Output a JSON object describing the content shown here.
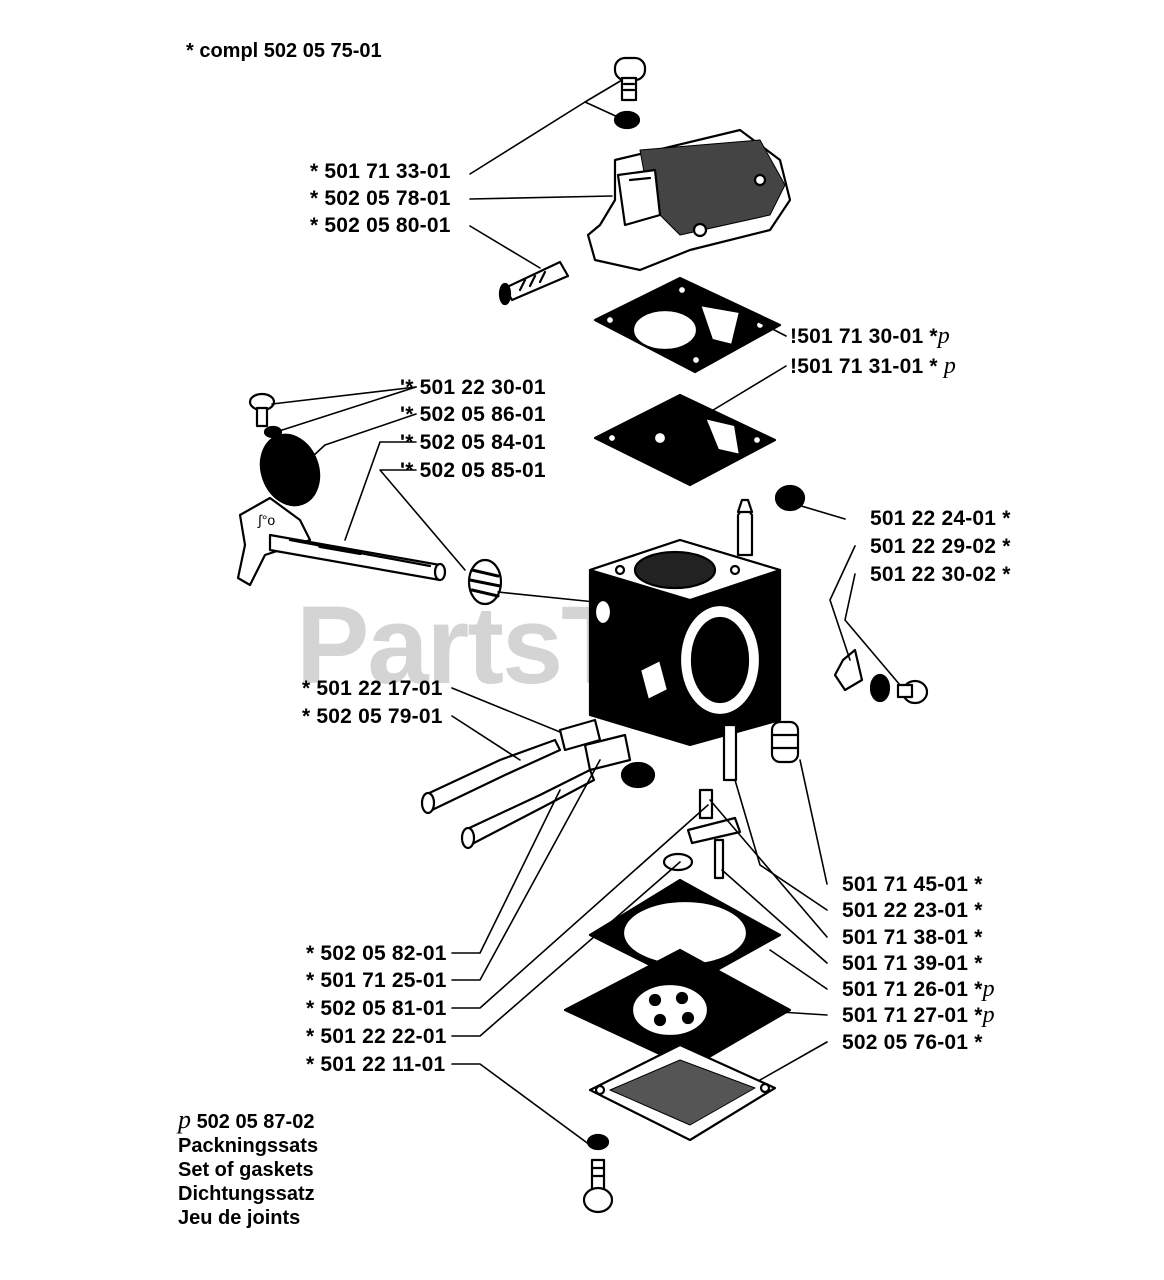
{
  "watermark": "PartsTree",
  "note": "*  compl 502 05 75-01",
  "legend": {
    "symbol": "p",
    "part": "502 05 87-02",
    "lines": [
      "Packningssats",
      "Set of gaskets",
      "Dichtungssatz",
      "Jeu de joints"
    ]
  },
  "labels_left_top": [
    {
      "text": "*  501 71 33-01"
    },
    {
      "text": "*  502 05 78-01"
    },
    {
      "text": "*  502 05 80-01"
    }
  ],
  "labels_right_top": [
    {
      "prefix": "!",
      "text": "501 71 30-01  *",
      "mark": "p"
    },
    {
      "prefix": "!",
      "text": "501 71 31-01  * ",
      "mark": "p"
    }
  ],
  "labels_mid_left": [
    {
      "text": "'*  501 22 30-01"
    },
    {
      "text": "'*  502 05 86-01"
    },
    {
      "text": "'*  502 05 84-01"
    },
    {
      "text": "'*  502 05 85-01"
    }
  ],
  "labels_right_mid": [
    {
      "text": "501 22 24-01  *"
    },
    {
      "text": "501 22 29-02  *"
    },
    {
      "text": "501 22 30-02  *"
    }
  ],
  "labels_left_mid": [
    {
      "text": "*  501 22 17-01"
    },
    {
      "text": "*  502 05 79-01"
    }
  ],
  "labels_left_bottom": [
    {
      "text": "*  502 05 82-01"
    },
    {
      "text": "*  501 71 25-01"
    },
    {
      "text": "*  502 05 81-01"
    },
    {
      "text": "*  501 22 22-01"
    },
    {
      "text": "*  501 22 11-01"
    }
  ],
  "labels_right_bottom": [
    {
      "text": "501 71 45-01  *",
      "mark": ""
    },
    {
      "text": "501 22 23-01  *",
      "mark": ""
    },
    {
      "text": "501 71 38-01  *",
      "mark": ""
    },
    {
      "text": "501 71 39-01  *",
      "mark": ""
    },
    {
      "text": "501 71 26-01  *",
      "mark": "p"
    },
    {
      "text": "501 71 27-01  *",
      "mark": "p"
    },
    {
      "text": "502 05 76-01  *",
      "mark": ""
    }
  ]
}
